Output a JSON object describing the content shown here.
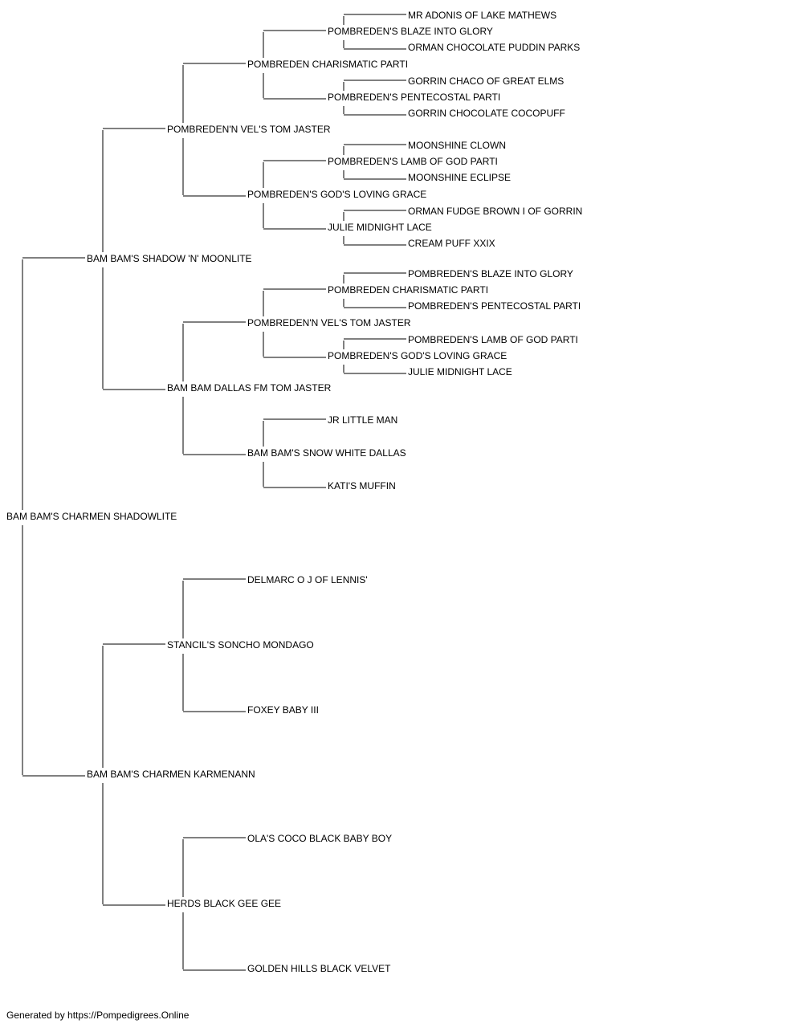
{
  "pedigree": {
    "name": "BAM BAM'S CHARMEN SHADOWLITE",
    "parents": [
      {
        "name": "BAM BAM'S SHADOW 'N' MOONLITE",
        "parents": [
          {
            "name": "POMBREDEN'N VEL'S TOM JASTER",
            "parents": [
              {
                "name": "POMBREDEN CHARISMATIC PARTI",
                "parents": [
                  {
                    "name": "POMBREDEN'S BLAZE INTO GLORY",
                    "parents": [
                      {
                        "name": "MR ADONIS OF LAKE MATHEWS"
                      },
                      {
                        "name": "ORMAN CHOCOLATE PUDDIN PARKS"
                      }
                    ]
                  },
                  {
                    "name": "POMBREDEN'S PENTECOSTAL PARTI",
                    "parents": [
                      {
                        "name": "GORRIN CHACO OF GREAT ELMS"
                      },
                      {
                        "name": "GORRIN CHOCOLATE COCOPUFF"
                      }
                    ]
                  }
                ]
              },
              {
                "name": "POMBREDEN'S GOD'S LOVING GRACE",
                "parents": [
                  {
                    "name": "POMBREDEN'S LAMB OF GOD PARTI",
                    "parents": [
                      {
                        "name": "MOONSHINE CLOWN"
                      },
                      {
                        "name": "MOONSHINE ECLIPSE"
                      }
                    ]
                  },
                  {
                    "name": "JULIE MIDNIGHT LACE",
                    "parents": [
                      {
                        "name": "ORMAN FUDGE BROWN I OF GORRIN"
                      },
                      {
                        "name": "CREAM PUFF XXIX"
                      }
                    ]
                  }
                ]
              }
            ]
          },
          {
            "name": "BAM BAM DALLAS FM TOM JASTER",
            "parents": [
              {
                "name": "POMBREDEN'N VEL'S TOM JASTER",
                "parents": [
                  {
                    "name": "POMBREDEN CHARISMATIC PARTI",
                    "parents": [
                      {
                        "name": "POMBREDEN'S BLAZE INTO GLORY"
                      },
                      {
                        "name": "POMBREDEN'S PENTECOSTAL PARTI"
                      }
                    ]
                  },
                  {
                    "name": "POMBREDEN'S GOD'S LOVING GRACE",
                    "parents": [
                      {
                        "name": "POMBREDEN'S LAMB OF GOD PARTI"
                      },
                      {
                        "name": "JULIE MIDNIGHT LACE"
                      }
                    ]
                  }
                ]
              },
              {
                "name": "BAM BAM'S SNOW WHITE DALLAS",
                "parents": [
                  {
                    "name": "JR LITTLE MAN"
                  },
                  {
                    "name": "KATI'S MUFFIN"
                  }
                ]
              }
            ]
          }
        ]
      },
      {
        "name": "BAM BAM'S CHARMEN KARMENANN",
        "parents": [
          {
            "name": "STANCIL'S SONCHO MONDAGO",
            "parents": [
              {
                "name": "DELMARC O J OF LENNIS'"
              },
              {
                "name": "FOXEY BABY III"
              }
            ]
          },
          {
            "name": "HERDS BLACK GEE GEE",
            "parents": [
              {
                "name": "OLA'S COCO BLACK BABY BOY"
              },
              {
                "name": "GOLDEN HILLS BLACK VELVET"
              }
            ]
          }
        ]
      }
    ]
  },
  "footer": "Generated by https://Pompedigrees.Online"
}
